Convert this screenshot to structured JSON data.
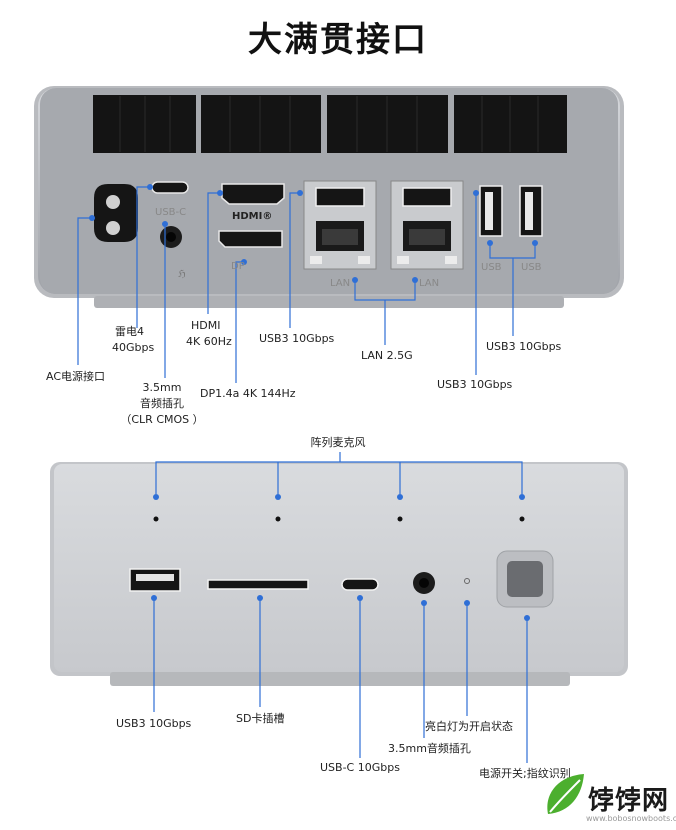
{
  "title": "大满贯接口",
  "rear": {
    "port_labels": {
      "usbc": "USB-C",
      "dp": "DP",
      "lan1": "LAN",
      "lan2": "LAN",
      "usb1": "USB",
      "usb2": "USB"
    },
    "callouts": {
      "ac": "AC电源接口",
      "tb4_l1": "雷电4",
      "tb4_l2": "40Gbps",
      "audio_l1": "3.5mm",
      "audio_l2": "音频插孔",
      "audio_l3": "（CLR CMOS ）",
      "hdmi_l1": "HDMI",
      "hdmi_l2": "4K 60Hz",
      "dp": "DP1.4a 4K 144Hz",
      "usb3_a": "USB3 10Gbps",
      "lan": "LAN 2.5G",
      "usb3_b": "USB3 10Gbps",
      "usb3_c": "USB3 10Gbps"
    }
  },
  "front": {
    "callouts": {
      "mic": "阵列麦克风",
      "usb3": "USB3 10Gbps",
      "sd": "SD卡插槽",
      "usbc": "USB-C 10Gbps",
      "audio": "3.5mm音频插孔",
      "led": "亮白灯为开启状态",
      "power": "电源开关;指纹识别"
    }
  },
  "watermark": {
    "name": "饽饽网",
    "url": "www.bobosnowboots.com"
  },
  "colors": {
    "accent": "#2f6fd6",
    "chassis": "#a9acb2",
    "vent": "#151515"
  }
}
